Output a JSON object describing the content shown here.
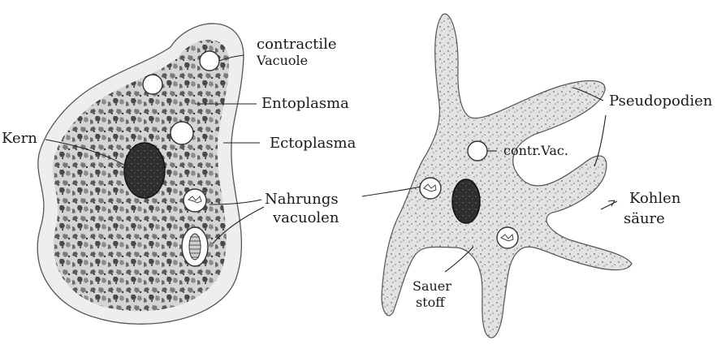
{
  "labels": {
    "contractile_line1": "contractile",
    "contractile_line2": "Vacuole",
    "entoplasma": "Entoplasma",
    "ectoplasma": "Ectoplasma",
    "kern": "Kern",
    "nahrungs_line1": "Nahrungs",
    "nahrungs_line2": "vacuolen",
    "pseudopodien": "Pseudopodien",
    "contr_vac": "contr.Vac.",
    "kohlen_line1": "Kohlen",
    "kohlen_line2": "säure",
    "sauer_line1": "Sauer",
    "sauer_line2": "stoff"
  },
  "colors": {
    "ectoplasm": "#eeeeee",
    "granule_dark": "#4a4a4a",
    "granule_light": "#9a9a9a",
    "nucleus": "#2e2e2e",
    "outline": "#555555"
  }
}
